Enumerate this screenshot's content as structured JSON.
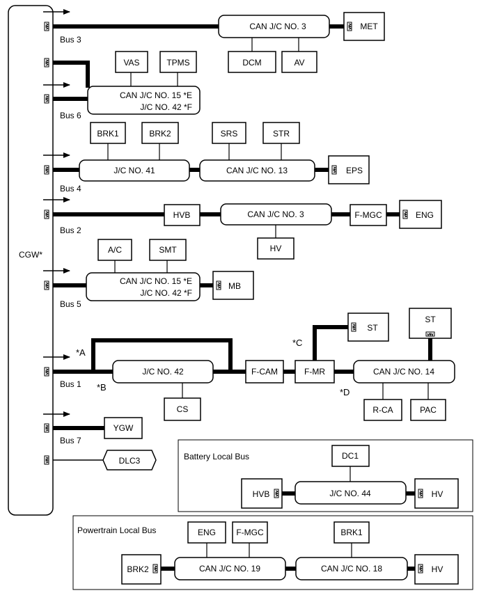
{
  "gateway": {
    "label": "CGW*"
  },
  "buses": {
    "bus3": "Bus 3",
    "bus6": "Bus 6",
    "bus4": "Bus 4",
    "bus2": "Bus 2",
    "bus5": "Bus 5",
    "bus1": "Bus 1",
    "bus7": "Bus 7"
  },
  "markers": {
    "a": "*A",
    "b": "*B",
    "c": "*C",
    "d": "*D"
  },
  "nodes": {
    "can_jc3_top": "CAN J/C NO. 3",
    "met": "MET",
    "dcm": "DCM",
    "av": "AV",
    "vas": "VAS",
    "tpms": "TPMS",
    "jc15_bus6_line1": "CAN J/C NO. 15 *E",
    "jc15_bus6_line2": "J/C NO. 42 *F",
    "brk1": "BRK1",
    "brk2": "BRK2",
    "srs": "SRS",
    "str": "STR",
    "jc41": "J/C NO. 41",
    "can_jc13": "CAN J/C NO. 13",
    "eps": "EPS",
    "hvb": "HVB",
    "can_jc3_bus2": "CAN J/C NO. 3",
    "fmgc": "F-MGC",
    "eng": "ENG",
    "hv": "HV",
    "ac": "A/C",
    "smt": "SMT",
    "jc15_bus5_line1": "CAN J/C NO. 15 *E",
    "jc15_bus5_line2": "J/C NO. 42 *F",
    "mb": "MB",
    "jc42": "J/C NO. 42",
    "cs": "CS",
    "fcam": "F-CAM",
    "fmr": "F-MR",
    "st_c": "ST",
    "st_pac": "ST",
    "can_jc14": "CAN J/C NO. 14",
    "rca": "R-CA",
    "pac": "PAC",
    "ygw": "YGW",
    "dlc3": "DLC3"
  },
  "battery_bus": {
    "title": "Battery Local Bus",
    "dc1": "DC1",
    "hvb": "HVB",
    "jc44": "J/C NO. 44",
    "hv": "HV"
  },
  "powertrain_bus": {
    "title": "Powertrain Local Bus",
    "eng": "ENG",
    "fmgc": "F-MGC",
    "brk1": "BRK1",
    "brk2": "BRK2",
    "can_jc19": "CAN J/C NO. 19",
    "can_jc18": "CAN J/C NO. 18",
    "hv": "HV"
  }
}
